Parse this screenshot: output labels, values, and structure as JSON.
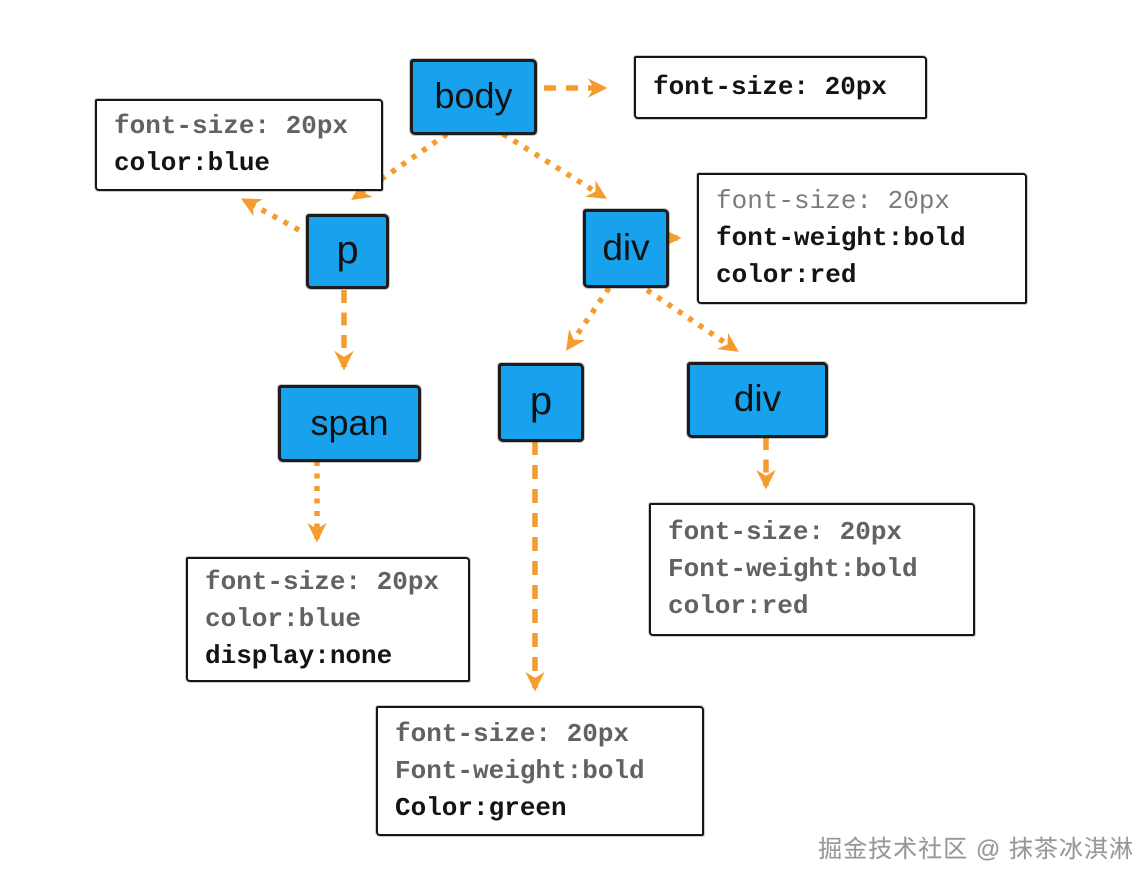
{
  "colors": {
    "node_fill": "#18A1EC",
    "node_border": "#1c1c1c",
    "arrow": "#F59C2E",
    "box_border": "#161616",
    "muted_text": "#626262",
    "strong_text": "#141414"
  },
  "nodes": [
    {
      "id": "body",
      "label": "body"
    },
    {
      "id": "p1",
      "label": "p"
    },
    {
      "id": "div1",
      "label": "div"
    },
    {
      "id": "span1",
      "label": "span"
    },
    {
      "id": "p2",
      "label": "p"
    },
    {
      "id": "div2",
      "label": "div"
    }
  ],
  "style_boxes": [
    {
      "id": "body-style",
      "lines": [
        {
          "text": "font-size: 20px",
          "tone": "strong"
        }
      ]
    },
    {
      "id": "p-style",
      "lines": [
        {
          "text": "font-size: 20px",
          "tone": "muted"
        },
        {
          "text": "color:blue",
          "tone": "strong"
        }
      ]
    },
    {
      "id": "div-style",
      "lines": [
        {
          "text": "font-size: 20px",
          "tone": "muted-light"
        },
        {
          "text": "font-weight:bold",
          "tone": "strong"
        },
        {
          "text": "color:red",
          "tone": "strong"
        }
      ]
    },
    {
      "id": "span-style",
      "lines": [
        {
          "text": "font-size: 20px",
          "tone": "muted"
        },
        {
          "text": "color:blue",
          "tone": "muted"
        },
        {
          "text": "display:none",
          "tone": "strong"
        }
      ]
    },
    {
      "id": "div2-style",
      "lines": [
        {
          "text": "font-size: 20px",
          "tone": "muted"
        },
        {
          "text": "Font-weight:bold",
          "tone": "muted"
        },
        {
          "text": "color:red",
          "tone": "muted"
        }
      ]
    },
    {
      "id": "p2-style",
      "lines": [
        {
          "text": "font-size: 20px",
          "tone": "muted"
        },
        {
          "text": "Font-weight:bold",
          "tone": "muted"
        },
        {
          "text": "Color:green",
          "tone": "strong"
        }
      ]
    }
  ],
  "watermark": {
    "text": "掘金技术社区 @ 抹茶冰淇淋"
  }
}
